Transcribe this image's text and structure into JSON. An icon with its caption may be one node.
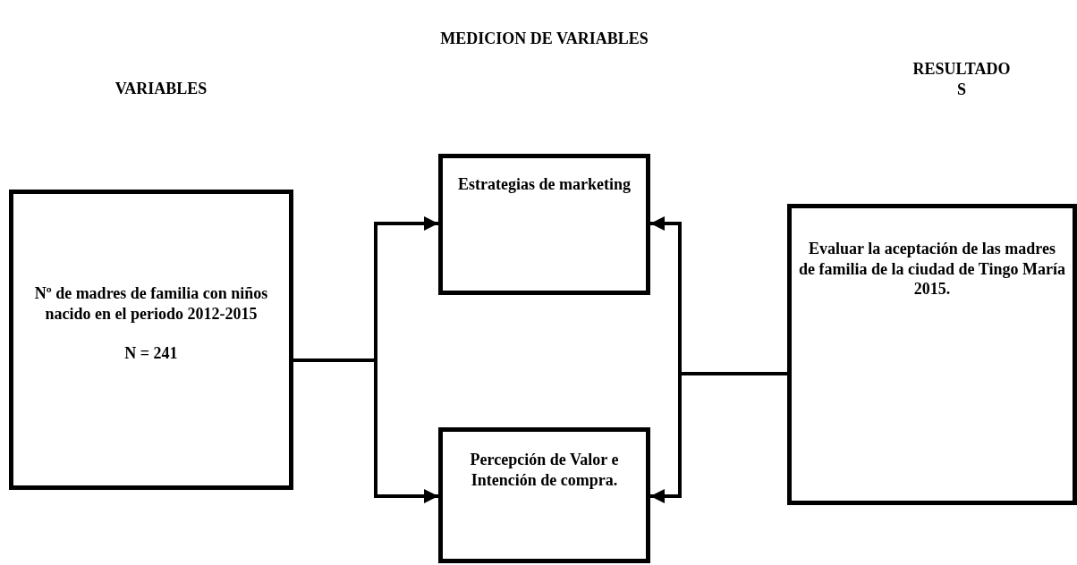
{
  "diagram": {
    "nodes": [
      {
        "text": [
          "Nº de madres de familia con niños nacido en el periodo 2012-2015",
          "N = 241"
        ]
      },
      {
        "text": [
          "Estrategias de marketing"
        ]
      },
      {
        "text": [
          "Percepción de Valor e Intención de compra."
        ]
      },
      {
        "text": [
          "Evaluar la aceptación de las madres de familia de la ciudad de Tingo María 2015."
        ]
      }
    ],
    "edges": [
      {
        "from": 0,
        "to": 1,
        "arrow": "to"
      },
      {
        "from": 0,
        "to": 2,
        "arrow": "to"
      },
      {
        "from": 3,
        "to": 1,
        "arrow": "to"
      },
      {
        "from": 3,
        "to": 2,
        "arrow": "to"
      }
    ],
    "labels": [
      "VARIABLES",
      "MEDICION DE VARIABLES",
      "RESULTADO S"
    ]
  }
}
